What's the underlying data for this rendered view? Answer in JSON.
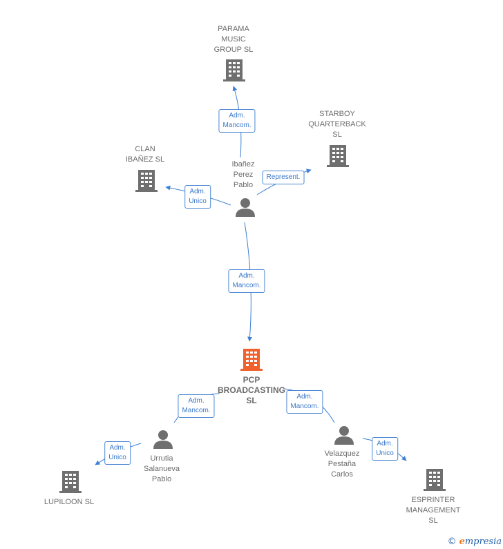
{
  "colors": {
    "edge": "#3a7fd5",
    "company_icon": "#6f6f6f",
    "focus_icon": "#f0612d",
    "person_icon": "#6f6f6f"
  },
  "nodes": {
    "parama": {
      "label": "PARAMA\nMUSIC\nGROUP  SL",
      "icon": "building-icon"
    },
    "starboy": {
      "label": "STARBOY\nQUARTERBACK\nSL",
      "icon": "building-icon"
    },
    "clan": {
      "label": "CLAN\nIBAÑEZ  SL",
      "icon": "building-icon"
    },
    "ibanez": {
      "label": "Ibañez\nPerez\nPablo",
      "icon": "person-icon"
    },
    "pcp": {
      "label": "PCP\nBROADCASTING\nSL",
      "icon": "building-icon"
    },
    "urrutia": {
      "label": "Urrutia\nSalanueva\nPablo",
      "icon": "person-icon"
    },
    "velazquez": {
      "label": "Velazquez\nPestaña\nCarlos",
      "icon": "person-icon"
    },
    "lupiloon": {
      "label": "LUPILOON SL",
      "icon": "building-icon"
    },
    "esprinter": {
      "label": "ESPRINTER\nMANAGEMENT\nSL",
      "icon": "building-icon"
    }
  },
  "edges": {
    "ibanez_parama": "Adm.\nMancom.",
    "ibanez_starboy": "Represent.",
    "ibanez_clan": "Adm.\nUnico",
    "ibanez_pcp": "Adm.\nMancom.",
    "urrutia_pcp": "Adm.\nMancom.",
    "velazquez_pcp": "Adm.\nMancom.",
    "urrutia_lupiloon": "Adm.\nUnico",
    "velazquez_esprinter": "Adm.\nUnico"
  },
  "footer": {
    "copyright_symbol": "©",
    "brand_initial": "e",
    "brand_rest": "mpresia"
  }
}
